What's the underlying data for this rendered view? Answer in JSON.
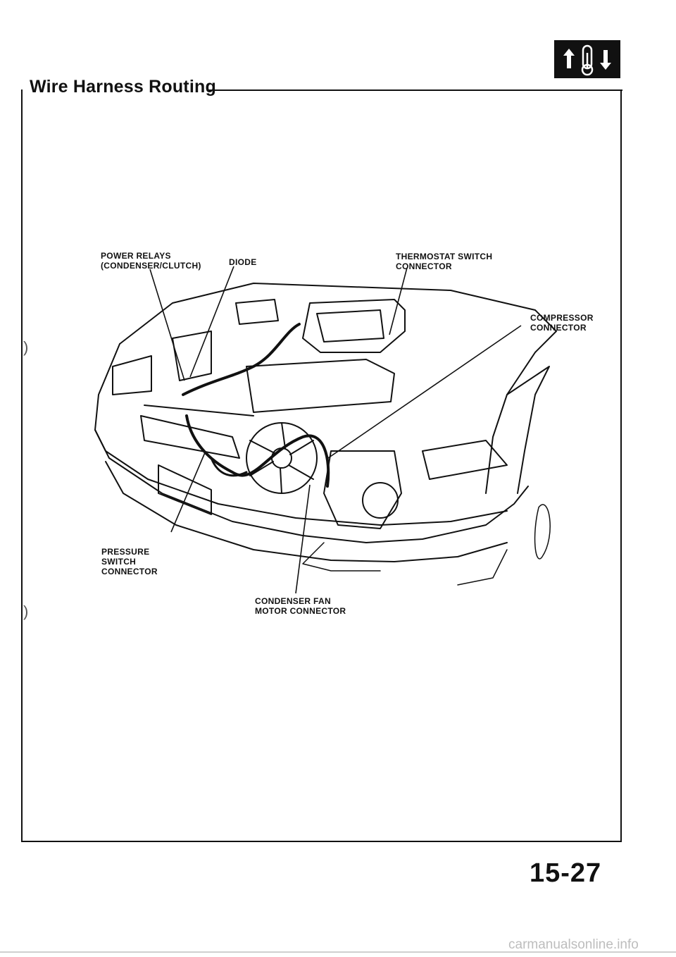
{
  "header": {
    "title": "Wire Harness Routing",
    "icon": "ac-heater-section-icon"
  },
  "diagram": {
    "callouts": {
      "power_relays_line1": "POWER RELAYS",
      "power_relays_line2": "(CONDENSER/CLUTCH)",
      "diode": "DIODE",
      "thermostat_line1": "THERMOSTAT SWITCH",
      "thermostat_line2": "CONNECTOR",
      "compressor_line1": "COMPRESSOR",
      "compressor_line2": "CONNECTOR",
      "pressure_line1": "PRESSURE",
      "pressure_line2": "SWITCH",
      "pressure_line3": "CONNECTOR",
      "condenser_fan_line1": "CONDENSER FAN",
      "condenser_fan_line2": "MOTOR CONNECTOR"
    }
  },
  "footer": {
    "page_number": "15-27",
    "watermark": "carmanualsonline.info"
  }
}
